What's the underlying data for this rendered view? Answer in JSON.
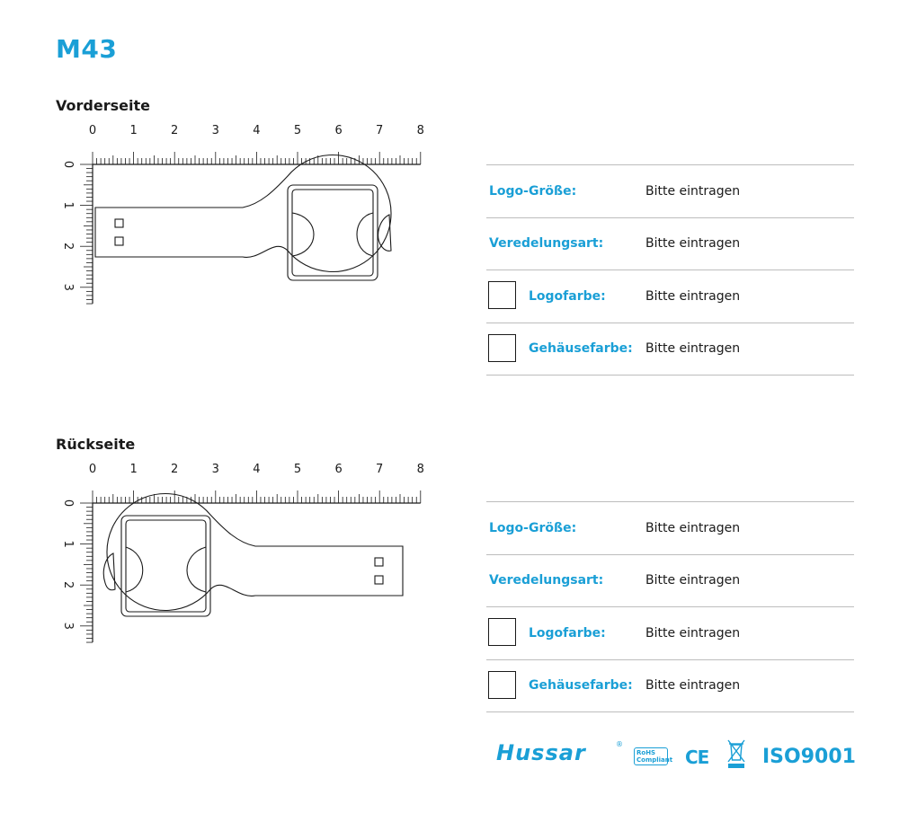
{
  "model": "M43",
  "front": {
    "heading": "Vorderseite",
    "ruler_x_ticks": [
      "0",
      "1",
      "2",
      "3",
      "4",
      "5",
      "6",
      "7",
      "8"
    ],
    "ruler_y_ticks": [
      "0",
      "1",
      "2",
      "3"
    ],
    "form": {
      "logo_size_label": "Logo-Größe:",
      "logo_size_value": "Bitte eintragen",
      "finish_label": "Veredelungsart:",
      "finish_value": "Bitte eintragen",
      "logo_color_label": "Logofarbe:",
      "logo_color_value": "Bitte eintragen",
      "housing_color_label": "Gehäusefarbe:",
      "housing_color_value": "Bitte eintragen"
    }
  },
  "back": {
    "heading": "Rückseite",
    "ruler_x_ticks": [
      "0",
      "1",
      "2",
      "3",
      "4",
      "5",
      "6",
      "7",
      "8"
    ],
    "ruler_y_ticks": [
      "0",
      "1",
      "2",
      "3"
    ],
    "form": {
      "logo_size_label": "Logo-Größe:",
      "logo_size_value": "Bitte eintragen",
      "finish_label": "Veredelungsart:",
      "finish_value": "Bitte eintragen",
      "logo_color_label": "Logofarbe:",
      "logo_color_value": "Bitte eintragen",
      "housing_color_label": "Gehäusefarbe:",
      "housing_color_value": "Bitte eintragen"
    }
  },
  "footer": {
    "brand": "Hussar",
    "registered": "®",
    "rohs_line1": "RoHS",
    "rohs_line2": "Compliant",
    "ce": "CE",
    "iso_prefix": "ISO",
    "iso_number": "9001",
    "brand_color": "#1a9fd6"
  },
  "colors": {
    "accent": "#1a9fd6",
    "text": "#1a1a1a",
    "rule": "#bdbdbd"
  }
}
